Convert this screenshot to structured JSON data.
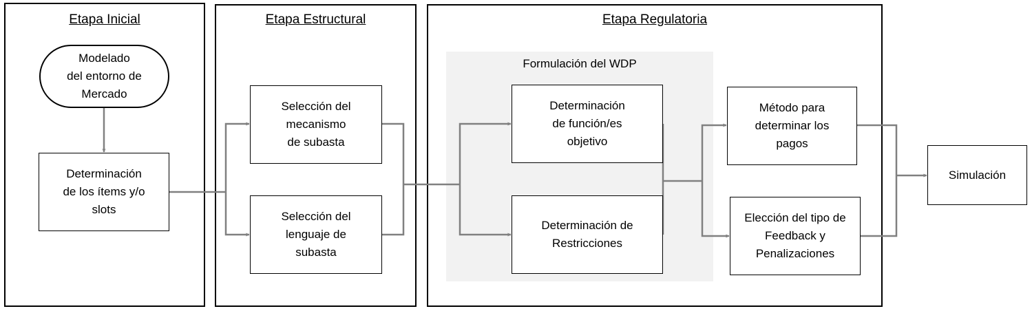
{
  "stages": {
    "inicial": "Etapa Inicial",
    "estructural": "Etapa Estructural",
    "regulatoria": "Etapa Regulatoria"
  },
  "group": {
    "title": "Formulación del WDP"
  },
  "nodes": {
    "modelado": "Modelado\ndel entorno de\nMercado",
    "items": "Determinación\nde los ítems y/o\nslots",
    "mecanismo": "Selección del\nmecanismo\nde subasta",
    "lenguaje": "Selección del\nlenguaje de\nsubasta",
    "objetivo": "Determinación\nde función/es\nobjetivo",
    "restricciones": "Determinación de\nRestricciones",
    "pagos": "Método para\ndeterminar los\npagos",
    "feedback": "Elección del tipo de\nFeedback y\nPenalizaciones",
    "simulacion": "Simulación"
  },
  "colors": {
    "connector": "#808080",
    "group_fill": "#f2f2f2",
    "border": "#000000"
  }
}
